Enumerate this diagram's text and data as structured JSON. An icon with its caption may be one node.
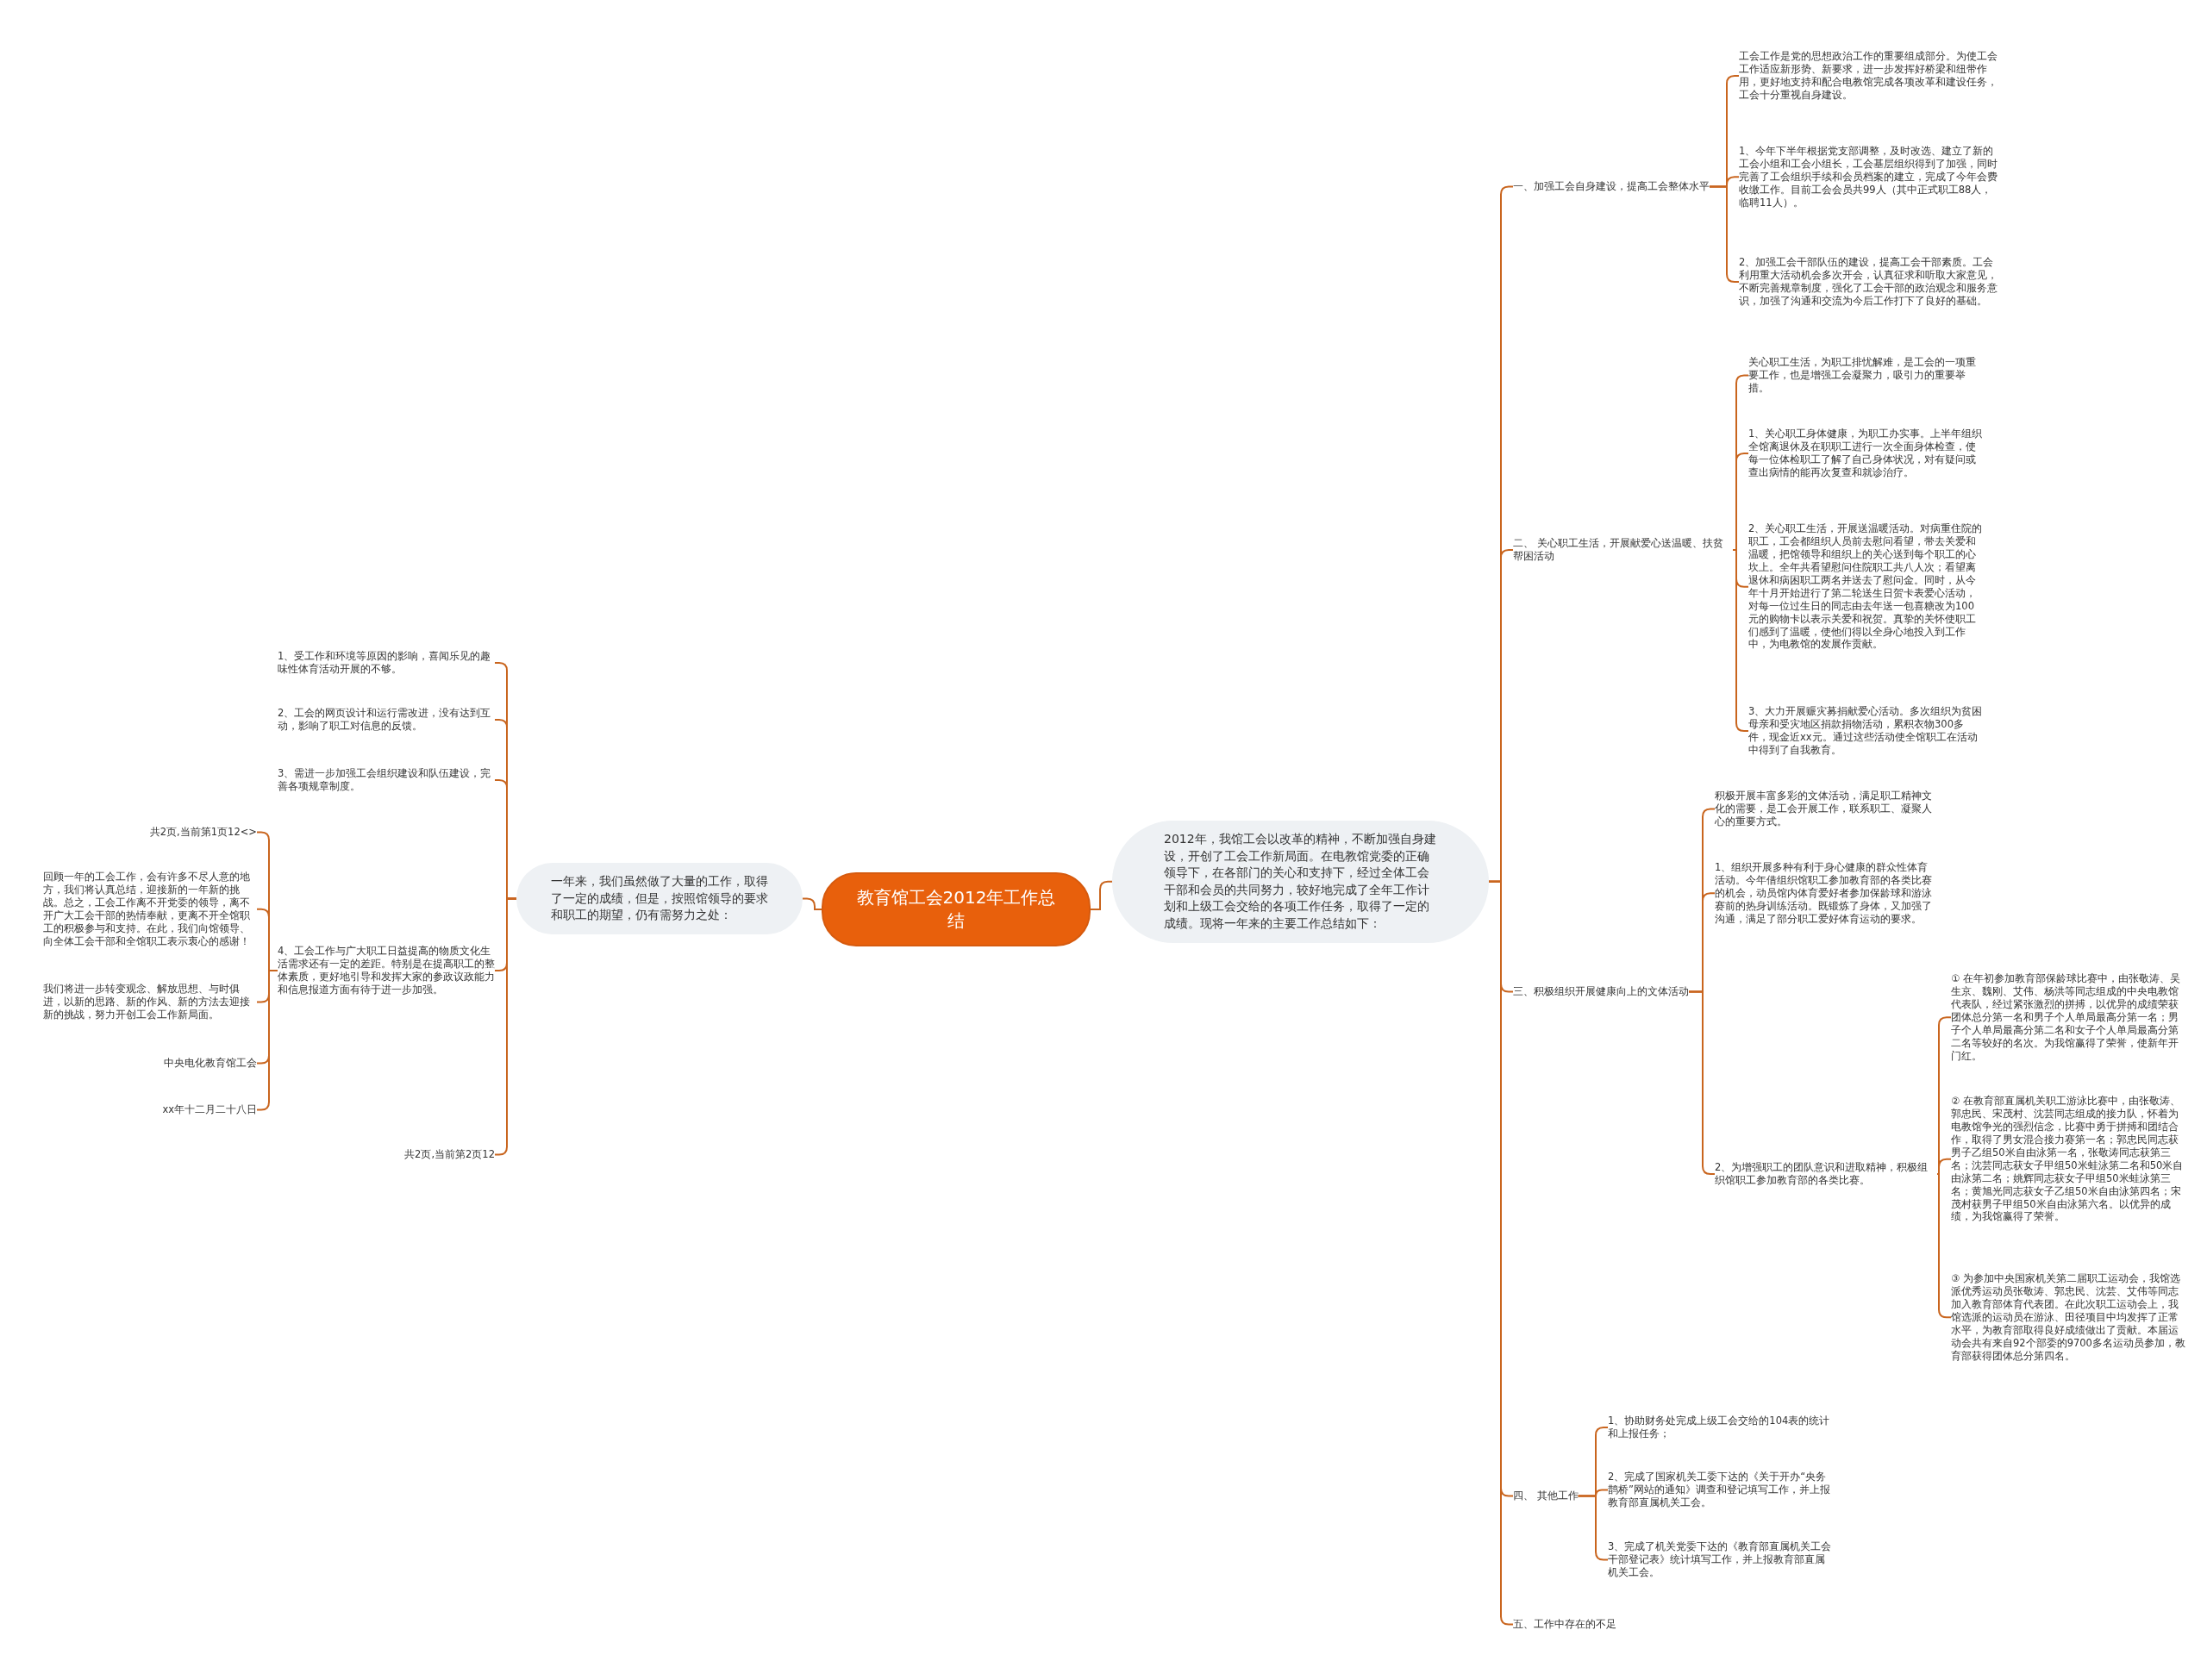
{
  "diagram": {
    "nodes": [
      {
        "text": [
          "教育馆工会2012年工作总结"
        ]
      },
      {
        "text": [
          "2012年，我馆工会以改革的精神，不断加强自身建设，开创了工会工作新局面。在电教馆党委的正确领导下，在各部门的关心和支持下，经过全体工会干部和会员的共同努力，较好地完成了全年工作计划和上级工会交给的各项工作任务，取得了一定的成绩。现将一年来的主要工作总结如下："
        ]
      },
      {
        "text": [
          "一年来，我们虽然做了大量的工作，取得了一定的成绩，但是，按照馆领导的要求和职工的期望，仍有需努力之处："
        ]
      },
      {
        "text": [
          "一、加强工会自身建设，提高工会整体水平"
        ]
      },
      {
        "text": [
          "工会工作是党的思想政治工作的重要组成部分。为使工会工作适应新形势、新要求，进一步发挥好桥梁和纽带作用，更好地支持和配合电教馆完成各项改革和建设任务，工会十分重视自身建设。"
        ]
      },
      {
        "text": [
          "1、今年下半年根据党支部调整，及时改选、建立了新的工会小组和工会小组长，工会基层组织得到了加强，同时完善了工会组织手续和会员档案的建立，完成了今年会费收缴工作。目前工会会员共99人（其中正式职工88人，临聘11人）。"
        ]
      },
      {
        "text": [
          "2、加强工会干部队伍的建设，提高工会干部素质。工会利用重大活动机会多次开会，认真征求和听取大家意见，不断完善规章制度，强化了工会干部的政治观念和服务意识，加强了沟通和交流为今后工作打下了良好的基础。"
        ]
      },
      {
        "text": [
          "二、 关心职工生活，开展献爱心送温暖、扶贫帮困活动"
        ]
      },
      {
        "text": [
          "关心职工生活，为职工排忧解难，是工会的一项重要工作，也是增强工会凝聚力，吸引力的重要举措。"
        ]
      },
      {
        "text": [
          "1、关心职工身体健康，为职工办实事。上半年组织全馆离退休及在职职工进行一次全面身体检查，使每一位体检职工了解了自己身体状况，对有疑问或查出病情的能再次复查和就诊治疗。"
        ]
      },
      {
        "text": [
          "2、关心职工生活，开展送温暖活动。对病重住院的职工，工会都组织人员前去慰问看望，带去关爱和温暖，把馆领导和组织上的关心送到每个职工的心坎上。全年共看望慰问住院职工共八人次；看望离退休和病困职工两名并送去了慰问金。同时，从今年十月开始进行了第二轮送生日贺卡表爱心活动，对每一位过生日的同志由去年送一包喜糖改为100元的购物卡以表示关爱和祝贺。真挚的关怀使职工们感到了温暖，使他们得以全身心地投入到工作中，为电教馆的发展作贡献。"
        ]
      },
      {
        "text": [
          "3、大力开展赈灾募捐献爱心活动。多次组织为贫困母亲和受灾地区捐款捐物活动，累积衣物300多件，现金近xx元。通过这些活动使全馆职工在活动中得到了自我教育。"
        ]
      },
      {
        "text": [
          "三、积极组织开展健康向上的文体活动"
        ]
      },
      {
        "text": [
          "积极开展丰富多彩的文体活动，满足职工精神文化的需要，是工会开展工作，联系职工、凝聚人心的重要方式。"
        ]
      },
      {
        "text": [
          "1、组织开展多种有利于身心健康的群众性体育活动。今年借组织馆职工参加教育部的各类比赛的机会，动员馆内体育爱好者参加保龄球和游泳赛前的热身训练活动。既锻炼了身体，又加强了沟通，满足了部分职工爱好体育运动的要求。"
        ]
      },
      {
        "text": [
          "2、为增强职工的团队意识和进取精神，积极组织馆职工参加教育部的各类比赛。"
        ]
      },
      {
        "text": [
          "① 在年初参加教育部保龄球比赛中，由张敬涛、吴生京、魏刚、艾伟、杨洪等同志组成的中央电教馆代表队，经过紧张激烈的拼搏，以优异的成绩荣获团体总分第一名和男子个人单局最高分第一名；男子个人单局最高分第二名和女子个人单局最高分第二名等较好的名次。为我馆赢得了荣誉，使新年开门红。"
        ]
      },
      {
        "text": [
          "② 在教育部直属机关职工游泳比赛中，由张敬涛、郭忠民、宋茂村、沈芸同志组成的接力队，怀着为电教馆争光的强烈信念，比赛中勇于拼搏和团结合作，取得了男女混合接力赛第一名；郭忠民同志获男子乙组50米自由泳第一名，张敬涛同志获第三名；沈芸同志获女子甲组50米蛙泳第二名和50米自由泳第二名；姚辉同志获女子甲组50米蛙泳第三名；黄旭光同志获女子乙组50米自由泳第四名；宋茂村获男子甲组50米自由泳第六名。以优异的成绩，为我馆赢得了荣誉。"
        ]
      },
      {
        "text": [
          "③ 为参加中央国家机关第二届职工运动会，我馆选派优秀运动员张敬涛、郭忠民、沈芸、艾伟等同志加入教育部体育代表团。在此次职工运动会上，我馆选派的运动员在游泳、田径项目中均发挥了正常水平，为教育部取得良好成绩做出了贡献。本届运动会共有来自92个部委的9700多名运动员参加，教育部获得团体总分第四名。"
        ]
      },
      {
        "text": [
          "四、 其他工作"
        ]
      },
      {
        "text": [
          "1、协助财务处完成上级工会交给的104表的统计和上报任务；"
        ]
      },
      {
        "text": [
          "2、完成了国家机关工委下达的《关于开办“央务鹊桥”网站的通知》调查和登记填写工作，并上报教育部直属机关工会。"
        ]
      },
      {
        "text": [
          "3、完成了机关党委下达的《教育部直属机关工会干部登记表》统计填写工作，并上报教育部直属机关工会。"
        ]
      },
      {
        "text": [
          "五、工作中存在的不足"
        ]
      },
      {
        "text": [
          "1、受工作和环境等原因的影响，喜闻乐见的趣味性体育活动开展的不够。"
        ]
      },
      {
        "text": [
          "2、工会的网页设计和运行需改进，没有达到互动，影响了职工对信息的反馈。"
        ]
      },
      {
        "text": [
          "3、需进一步加强工会组织建设和队伍建设，完善各项规章制度。"
        ]
      },
      {
        "text": [
          "4、工会工作与广大职工日益提高的物质文化生活需求还有一定的差距。特别是在提高职工的整体素质，更好地引导和发挥大家的参政议政能力和信息报道方面有待于进一步加强。"
        ]
      },
      {
        "text": [
          "共2页,当前第2页12"
        ]
      },
      {
        "text": [
          "共2页,当前第1页12<>"
        ]
      },
      {
        "text": [
          "回顾一年的工会工作，会有许多不尽人意的地方，我们将认真总结，迎接新的一年新的挑战。总之，工会工作离不开党委的领导，离不开广大工会干部的热情奉献，更离不开全馆职工的积极参与和支持。在此，我们向馆领导、向全体工会干部和全馆职工表示衷心的感谢！"
        ]
      },
      {
        "text": [
          "我们将进一步转变观念、解放思想、与时俱进，以新的思路、新的作风、新的方法去迎接新的挑战，努力开创工会工作新局面。"
        ]
      },
      {
        "text": [
          "中央电化教育馆工会"
        ]
      },
      {
        "text": [
          "xx年十二月二十八日"
        ]
      }
    ],
    "edges": [
      {
        "from": 0,
        "to": 1,
        "arrow": "none"
      },
      {
        "from": 0,
        "to": 2,
        "arrow": "none"
      },
      {
        "from": 1,
        "to": 3,
        "arrow": "none"
      },
      {
        "from": 3,
        "to": 4,
        "arrow": "none"
      },
      {
        "from": 3,
        "to": 5,
        "arrow": "none"
      },
      {
        "from": 3,
        "to": 6,
        "arrow": "none"
      },
      {
        "from": 1,
        "to": 7,
        "arrow": "none"
      },
      {
        "from": 7,
        "to": 8,
        "arrow": "none"
      },
      {
        "from": 7,
        "to": 9,
        "arrow": "none"
      },
      {
        "from": 7,
        "to": 10,
        "arrow": "none"
      },
      {
        "from": 7,
        "to": 11,
        "arrow": "none"
      },
      {
        "from": 1,
        "to": 12,
        "arrow": "none"
      },
      {
        "from": 12,
        "to": 13,
        "arrow": "none"
      },
      {
        "from": 12,
        "to": 14,
        "arrow": "none"
      },
      {
        "from": 12,
        "to": 15,
        "arrow": "none"
      },
      {
        "from": 15,
        "to": 16,
        "arrow": "none"
      },
      {
        "from": 15,
        "to": 17,
        "arrow": "none"
      },
      {
        "from": 15,
        "to": 18,
        "arrow": "none"
      },
      {
        "from": 1,
        "to": 19,
        "arrow": "none"
      },
      {
        "from": 19,
        "to": 20,
        "arrow": "none"
      },
      {
        "from": 19,
        "to": 21,
        "arrow": "none"
      },
      {
        "from": 19,
        "to": 22,
        "arrow": "none"
      },
      {
        "from": 1,
        "to": 23,
        "arrow": "none"
      },
      {
        "from": 2,
        "to": 24,
        "arrow": "none"
      },
      {
        "from": 2,
        "to": 25,
        "arrow": "none"
      },
      {
        "from": 2,
        "to": 26,
        "arrow": "none"
      },
      {
        "from": 2,
        "to": 27,
        "arrow": "none"
      },
      {
        "from": 2,
        "to": 28,
        "arrow": "none"
      },
      {
        "from": 27,
        "to": 29,
        "arrow": "none"
      },
      {
        "from": 27,
        "to": 30,
        "arrow": "none"
      },
      {
        "from": 27,
        "to": 31,
        "arrow": "none"
      },
      {
        "from": 27,
        "to": 32,
        "arrow": "none"
      },
      {
        "from": 27,
        "to": 33,
        "arrow": "none"
      }
    ]
  }
}
